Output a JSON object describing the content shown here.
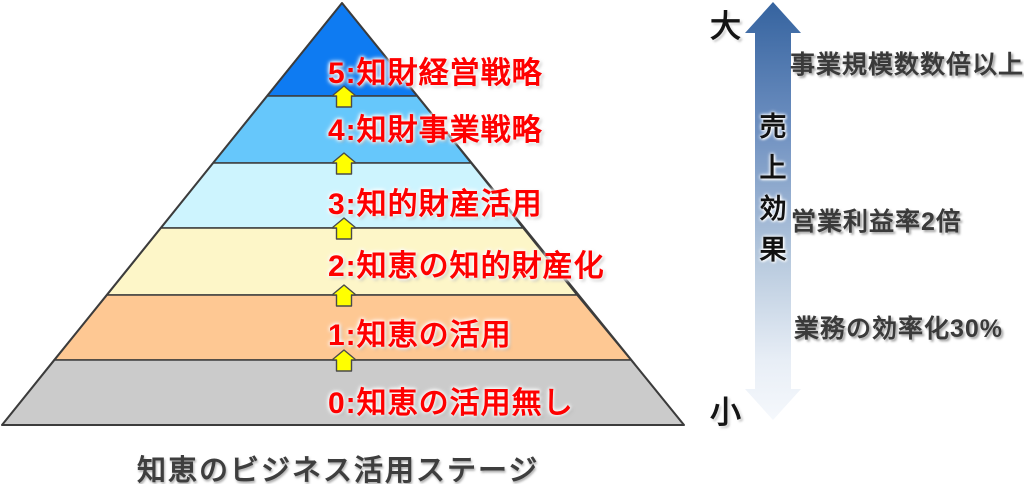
{
  "pyramid": {
    "caption": "知恵のビジネス活用ステージ",
    "label_color": "#fe0000",
    "step_arrow_color": "#ffff00",
    "levels": [
      {
        "label": "5:知財経営戦略",
        "color": "#0e7bf2"
      },
      {
        "label": "4:知財事業戦略",
        "color": "#66c7fb"
      },
      {
        "label": "3:知的財産活用",
        "color": "#cdf4fe"
      },
      {
        "label": "2:知恵の知的財産化",
        "color": "#fdf6c8"
      },
      {
        "label": "1:知恵の活用",
        "color": "#fec893"
      },
      {
        "label": "0:知恵の活用無し",
        "color": "#cbcbcb"
      }
    ]
  },
  "axis": {
    "top_label": "大",
    "bottom_label": "小",
    "arrow_label": "売上効果",
    "gradient": [
      "#35639f",
      "#6d8fc0",
      "#b8cade",
      "#e8eef6",
      "#f5f8fc"
    ],
    "annotations": [
      "事業規模数数倍以上",
      "営業利益率2倍",
      "業務の効率化30%"
    ]
  }
}
